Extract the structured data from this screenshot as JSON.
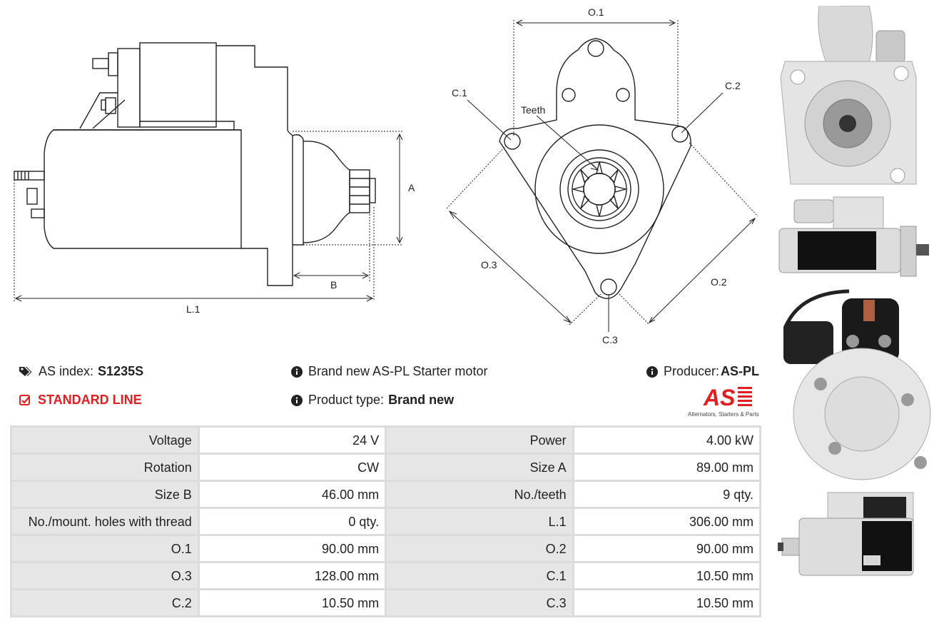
{
  "drawing": {
    "labels": {
      "a": "A",
      "b": "B",
      "l1": "L.1",
      "o1": "O.1",
      "o2": "O.2",
      "o3": "O.3",
      "c1": "C.1",
      "c2": "C.2",
      "c3": "C.3",
      "teeth": "Teeth"
    }
  },
  "info": {
    "as_index_label": "AS index:",
    "as_index_value": "S1235S",
    "standard_line": "STANDARD LINE",
    "description": "Brand new AS-PL Starter motor",
    "product_type_label": "Product type:",
    "product_type_value": "Brand new",
    "producer_label": "Producer:",
    "producer_value": "AS-PL",
    "logo_text": "AS",
    "logo_tagline": "Alternators, Starters & Parts"
  },
  "specs": [
    [
      {
        "k": "Voltage",
        "v": "24 V"
      },
      {
        "k": "Power",
        "v": "4.00 kW"
      }
    ],
    [
      {
        "k": "Rotation",
        "v": "CW"
      },
      {
        "k": "Size A",
        "v": "89.00 mm"
      }
    ],
    [
      {
        "k": "Size B",
        "v": "46.00 mm"
      },
      {
        "k": "No./teeth",
        "v": "9 qty."
      }
    ],
    [
      {
        "k": "No./mount. holes with thread",
        "v": "0 qty."
      },
      {
        "k": "L.1",
        "v": "306.00 mm"
      }
    ],
    [
      {
        "k": "O.1",
        "v": "90.00 mm"
      },
      {
        "k": "O.2",
        "v": "90.00 mm"
      }
    ],
    [
      {
        "k": "O.3",
        "v": "128.00 mm"
      },
      {
        "k": "C.1",
        "v": "10.50 mm"
      }
    ],
    [
      {
        "k": "C.2",
        "v": "10.50 mm"
      },
      {
        "k": "C.3",
        "v": "10.50 mm"
      }
    ]
  ],
  "colors": {
    "accent_red": "#e02020",
    "table_border": "#dcdcdc",
    "key_bg": "#e6e6e6"
  },
  "icons": {
    "as_index": "tags-icon",
    "standard_line": "checkbox-icon",
    "info": "info-circle-icon"
  }
}
